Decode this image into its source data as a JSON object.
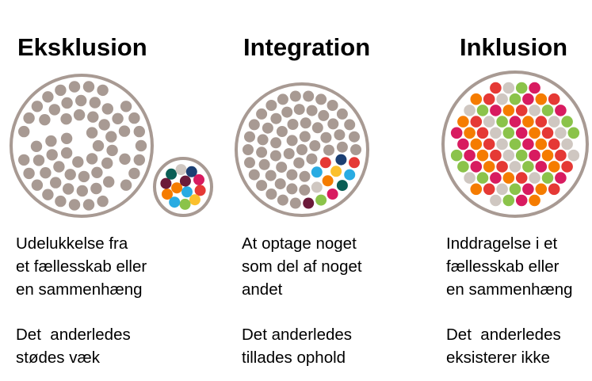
{
  "palette": {
    "neutral": "#a89a93",
    "ring": "#a89a93",
    "colors": [
      "#e53935",
      "#fbc02d",
      "#8bc34a",
      "#29abe2",
      "#f57c00",
      "#6b1a3a",
      "#0b5e55",
      "#cfc7c1",
      "#1b3f73",
      "#d81b60"
    ]
  },
  "panels": [
    {
      "title": "Eksklusion",
      "lines1": [
        "Udelukkelse fra",
        "et fællesskab eller",
        "en sammenhæng"
      ],
      "lines2": [
        "Det  anderledes",
        "stødes væk"
      ]
    },
    {
      "title": "Integration",
      "lines1": [
        "At optage noget",
        "som del af noget",
        "andet"
      ],
      "lines2": [
        "Det anderledes",
        "tillades ophold"
      ]
    },
    {
      "title": "Inklusion",
      "lines1": [
        "Inddragelse i et",
        "fællesskab eller",
        "en sammenhæng"
      ],
      "lines2": [
        "Det  anderledes",
        "eksisterer ikke"
      ]
    }
  ]
}
